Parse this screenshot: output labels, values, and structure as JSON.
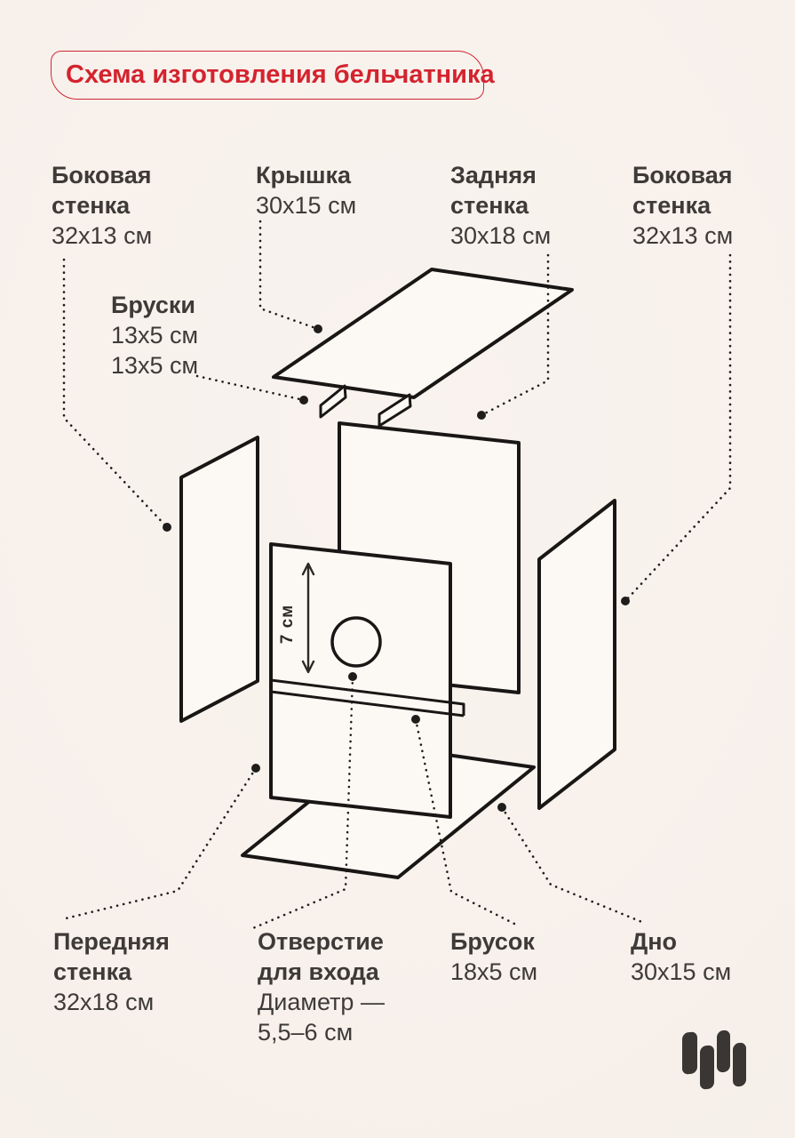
{
  "title": "Схема изготовления бельчатника",
  "labels": {
    "side_wall_left": {
      "line1": "Боковая",
      "line2": "стенка",
      "size": "32х13 см"
    },
    "lid": {
      "line1": "Крышка",
      "size": "30х15 см"
    },
    "back_wall": {
      "line1": "Задняя",
      "line2": "стенка",
      "size": "30х18 см"
    },
    "side_wall_right": {
      "line1": "Боковая",
      "line2": "стенка",
      "size": "32х13 см"
    },
    "bars": {
      "line1": "Бруски",
      "size1": "13х5 см",
      "size2": "13х5 см"
    },
    "front_wall": {
      "line1": "Передняя",
      "line2": "стенка",
      "size": "32х18 см"
    },
    "entrance_hole": {
      "line1": "Отверстие",
      "line2": "для входа",
      "size1": "Диаметр —",
      "size2": "5,5–6 см"
    },
    "bar": {
      "line1": "Брусок",
      "size": "18х5 см"
    },
    "bottom": {
      "line1": "Дно",
      "size": "30х15 см"
    }
  },
  "dimension": {
    "hole_offset": "7 см"
  },
  "colors": {
    "background": "#f7f0ec",
    "accent_red": "#d4232e",
    "text": "#3e3a37",
    "line": "#191715",
    "panel_fill": "#fcf9f5",
    "logo": "#3a3633"
  }
}
